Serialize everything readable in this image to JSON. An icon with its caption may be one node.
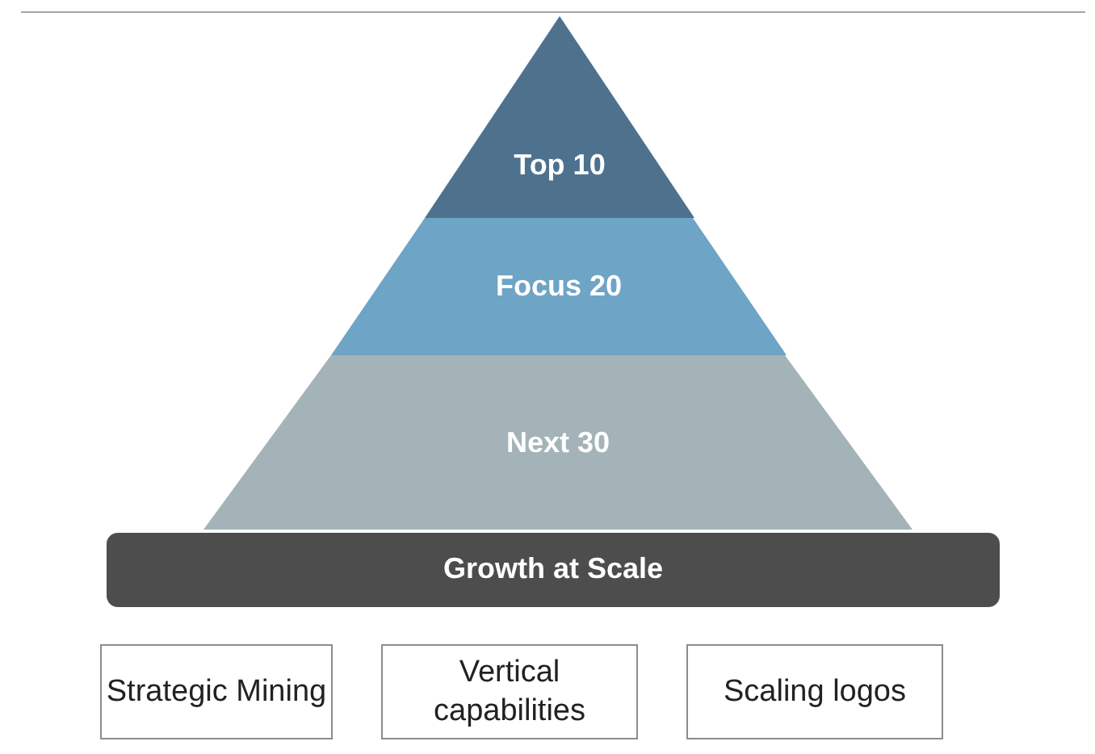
{
  "diagram": {
    "nodes": [
      {
        "text": [
          "Top 10"
        ]
      },
      {
        "text": [
          "Focus 20"
        ]
      },
      {
        "text": [
          "Next 30"
        ]
      },
      {
        "text": [
          "Growth at Scale"
        ]
      },
      {
        "text": [
          "Strategic Mining"
        ]
      },
      {
        "text": [
          "Vertical capabilities"
        ]
      },
      {
        "text": [
          "Scaling logos"
        ]
      }
    ]
  }
}
